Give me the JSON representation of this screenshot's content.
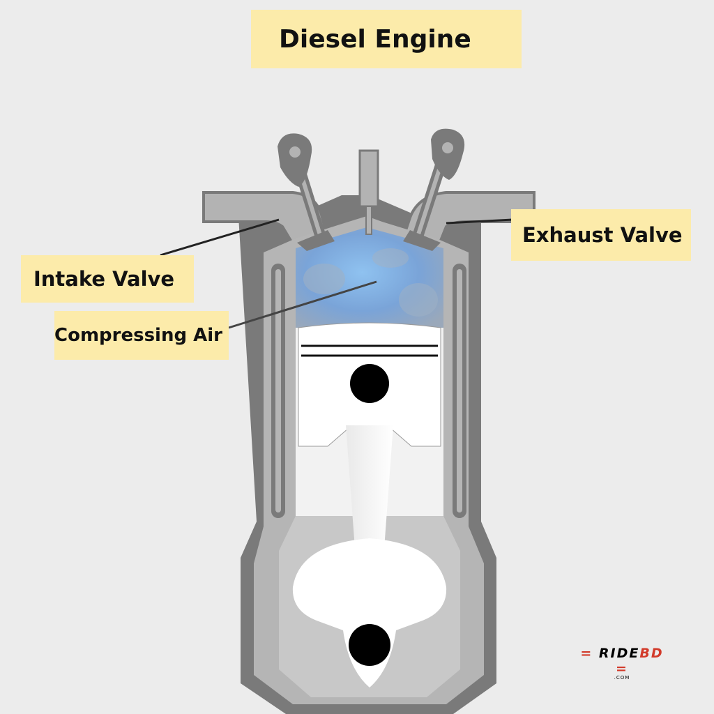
{
  "title": "Diesel Engine",
  "labels": {
    "intake_valve": "Intake Valve",
    "compressing_air": "Compressing Air",
    "exhaust_valve": "Exhaust Valve"
  },
  "logo": {
    "dash": "=",
    "text_main": "RIDE",
    "text_accent": "BD",
    "sub": ".COM"
  },
  "colors": {
    "background": "#ececec",
    "label_fill": "#fcebaa",
    "casing_dark": "#7a7a7a",
    "casing_light": "#b2b2b2",
    "air": "#7aa9dc",
    "piston": "#ffffff",
    "pin": "#000000",
    "logo_accent": "#d23a2a"
  }
}
